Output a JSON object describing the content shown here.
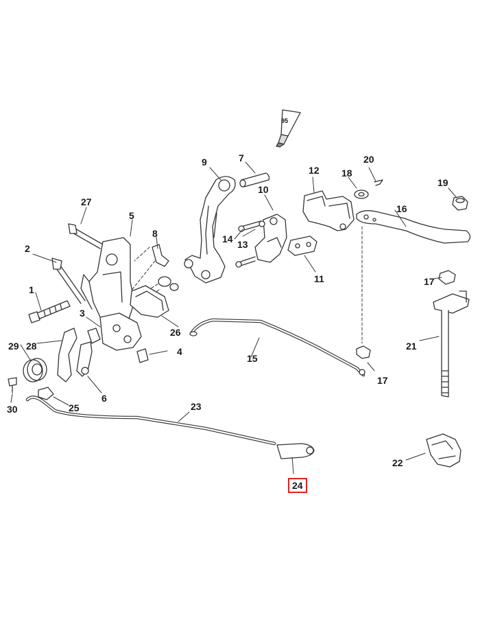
{
  "highlight_color": "#e02020",
  "line_color": "#333333",
  "tube_label": "95",
  "callouts": [
    {
      "key": "1",
      "label": "1"
    },
    {
      "key": "2",
      "label": "2"
    },
    {
      "key": "3",
      "label": "3"
    },
    {
      "key": "4",
      "label": "4"
    },
    {
      "key": "5",
      "label": "5"
    },
    {
      "key": "6",
      "label": "6"
    },
    {
      "key": "7",
      "label": "7"
    },
    {
      "key": "8",
      "label": "8"
    },
    {
      "key": "9",
      "label": "9"
    },
    {
      "key": "10",
      "label": "10"
    },
    {
      "key": "11",
      "label": "11"
    },
    {
      "key": "12",
      "label": "12"
    },
    {
      "key": "13",
      "label": "13"
    },
    {
      "key": "14",
      "label": "14"
    },
    {
      "key": "15",
      "label": "15"
    },
    {
      "key": "16",
      "label": "16"
    },
    {
      "key": "17a",
      "label": "17"
    },
    {
      "key": "17b",
      "label": "17"
    },
    {
      "key": "18",
      "label": "18"
    },
    {
      "key": "19",
      "label": "19"
    },
    {
      "key": "20",
      "label": "20"
    },
    {
      "key": "21",
      "label": "21"
    },
    {
      "key": "22",
      "label": "22"
    },
    {
      "key": "23",
      "label": "23"
    },
    {
      "key": "24",
      "label": "24",
      "highlighted": true
    },
    {
      "key": "25",
      "label": "25"
    },
    {
      "key": "26",
      "label": "26"
    },
    {
      "key": "27",
      "label": "27"
    },
    {
      "key": "28",
      "label": "28"
    },
    {
      "key": "29",
      "label": "29"
    },
    {
      "key": "30",
      "label": "30"
    }
  ]
}
